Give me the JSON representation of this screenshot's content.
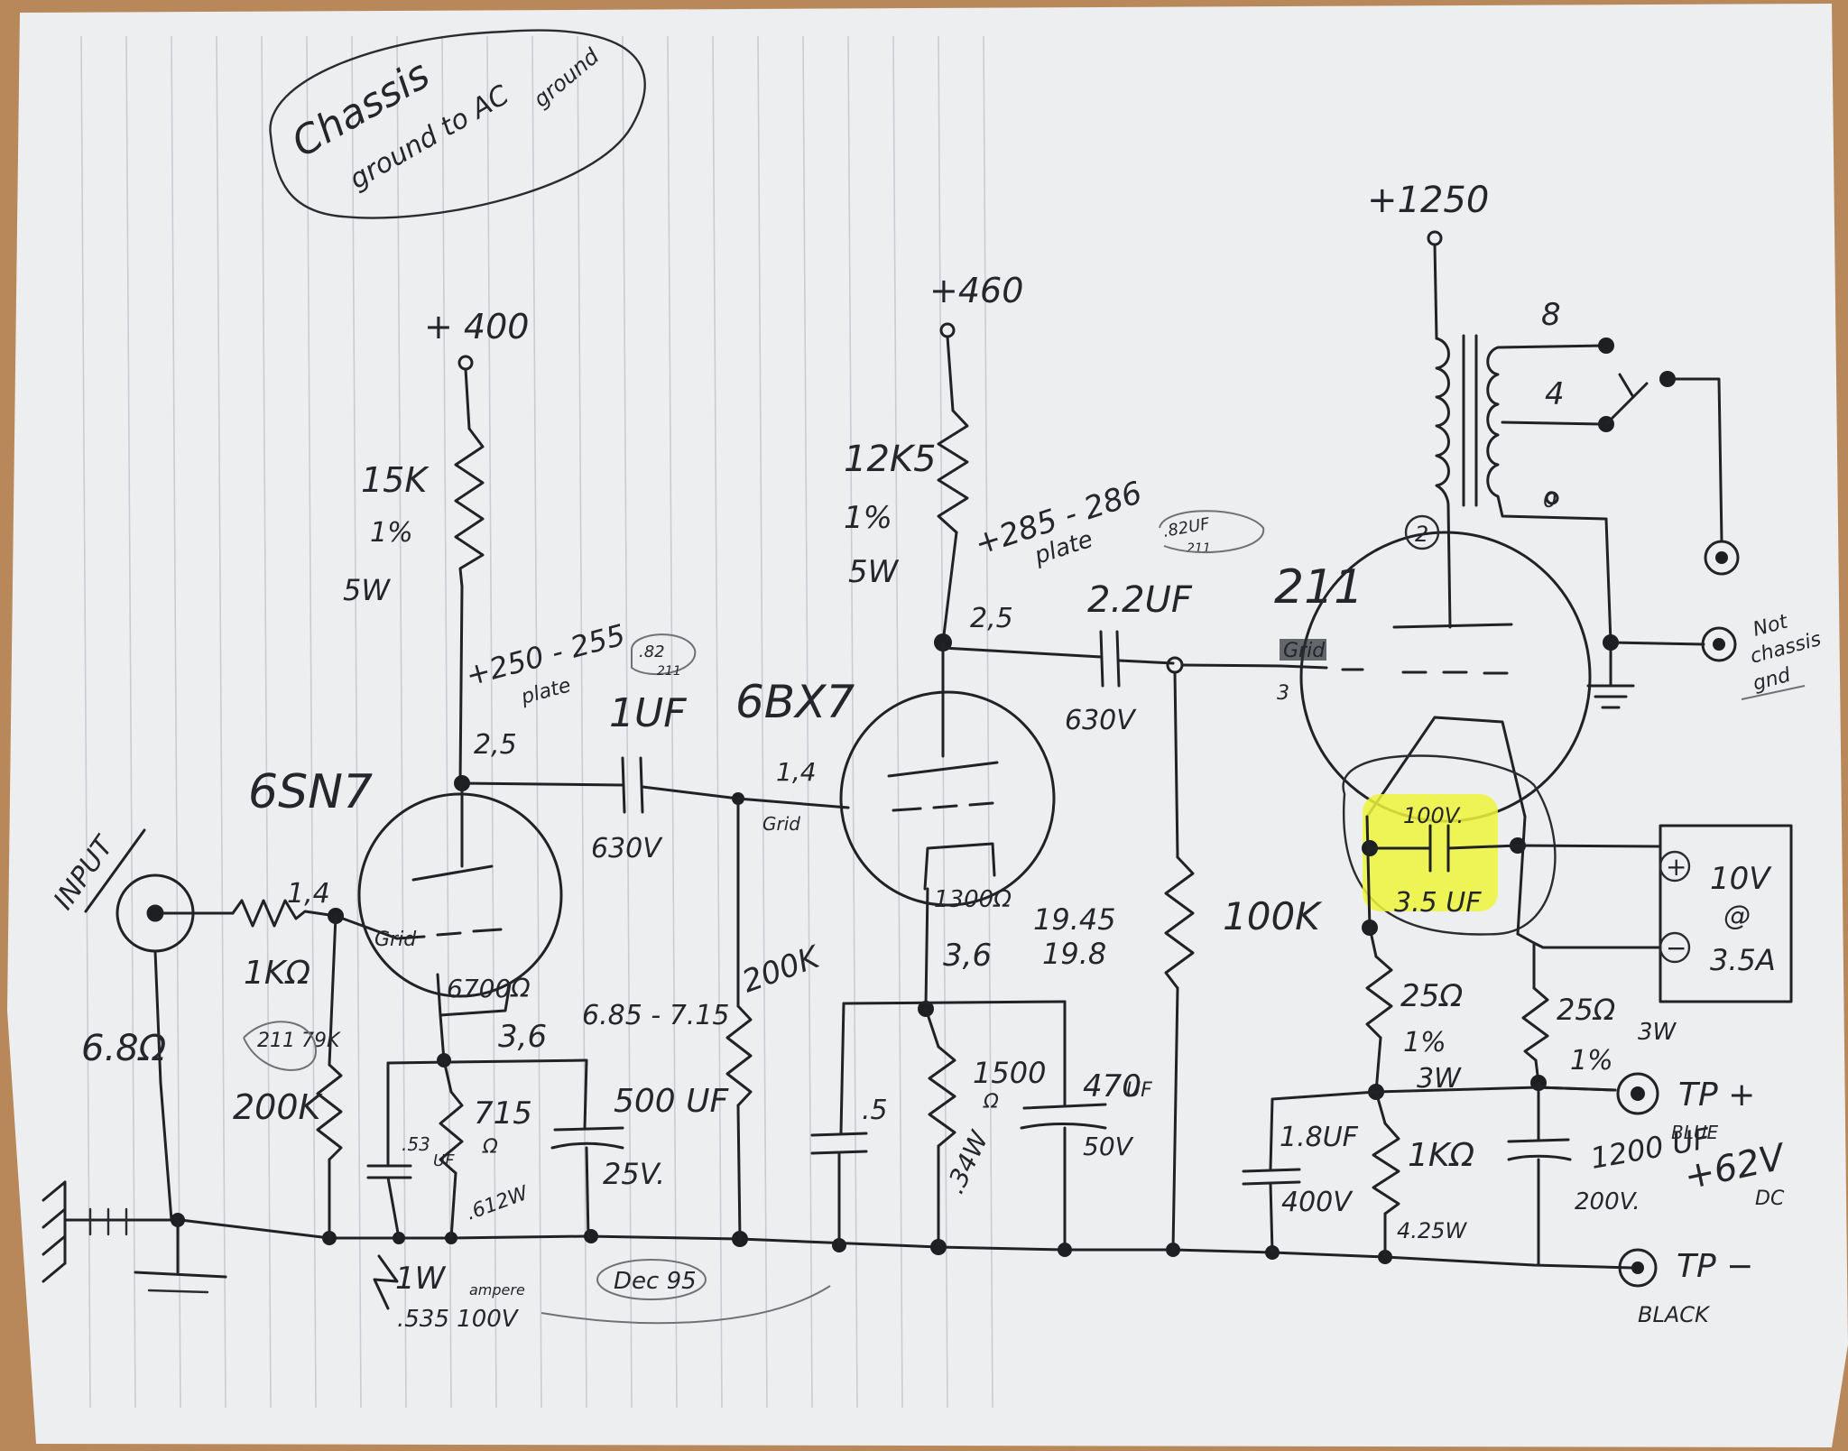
{
  "schematic": {
    "note_chassis": [
      "Chassis",
      "ground to AC",
      "ground"
    ],
    "note_date": "Dec 95",
    "input": {
      "label": "INPUT",
      "series_resistor": "1KΩ",
      "bias_note": "6.8Ω"
    },
    "stage1": {
      "tube": "6SN7",
      "supply": "+ 400",
      "plate_resistor": [
        "15K",
        "1%",
        "5W"
      ],
      "plate_voltage": [
        "+250 - 255",
        "plate"
      ],
      "pins_plate": "2,5",
      "pins_grid": "1,4",
      "pins_cathode": "3,6",
      "grid_label": "Grid",
      "cathode_internal": "6700Ω",
      "grid_resistor": "200K",
      "grid_resistor_note": "211 79K",
      "cathode_resistor": [
        "715",
        "Ω"
      ],
      "cathode_resistor_power": ".612W",
      "bypass_cap_small": [
        ".53",
        "UF"
      ],
      "bypass_cap": [
        "500 UF",
        "25V."
      ],
      "cathode_voltage": "6.85 - 7.15",
      "zener": [
        "1W",
        ".535 100V"
      ],
      "zener_note": "ampere",
      "coupling_cap": [
        "1UF",
        "630V"
      ],
      "coupling_note": [
        ".82",
        "211"
      ]
    },
    "stage2": {
      "tube": "6BX7",
      "supply": "+460",
      "plate_resistor": [
        "12K5",
        "1%",
        "5W"
      ],
      "plate_voltage": [
        "+285 - 286",
        "plate"
      ],
      "pins_plate": "2,5",
      "pins_grid": "1,4",
      "pins_cathode": "3,6",
      "grid_label": "Grid",
      "cathode_internal": "1300Ω",
      "grid_resistor": "200K",
      "cathode_voltage": [
        "19.45",
        "19.8"
      ],
      "cathode_resistor": [
        "1500",
        "Ω"
      ],
      "cathode_resistor_power": ".34W",
      "bypass_cap_small": ".5",
      "bypass_cap": [
        "470",
        "UF",
        "50V"
      ],
      "coupling_cap": [
        "2.2UF",
        "630V"
      ],
      "coupling_note": [
        ".82UF",
        "211"
      ]
    },
    "stage3": {
      "tube": "211",
      "supply": "+1250",
      "pin_plate": "2",
      "grid_label": "Grid",
      "grid_pin": "3",
      "grid_resistor": "100K",
      "filament_cap": [
        "100V.",
        "3.5 UF"
      ],
      "filament_supply": [
        "10V",
        "@",
        "3.5A"
      ],
      "filament_plus": "+",
      "filament_minus": "−",
      "left_resistor": [
        "25Ω",
        "1%",
        "3W"
      ],
      "right_resistor": [
        "25Ω",
        "3W",
        "1%"
      ],
      "cap_left": [
        "1.8UF",
        "400V"
      ],
      "bias_resistor": [
        "1KΩ",
        "4.25W"
      ],
      "cap_right": [
        "1200 UF",
        "200V."
      ],
      "bias_voltage": [
        "+62V",
        "DC"
      ],
      "tp_plus": [
        "TP +",
        "BLUE"
      ],
      "tp_minus": [
        "TP −",
        "BLACK"
      ]
    },
    "output": {
      "taps": [
        "8",
        "4",
        "0"
      ],
      "not_chassis": [
        "Not",
        "chassis",
        "gnd"
      ]
    }
  }
}
